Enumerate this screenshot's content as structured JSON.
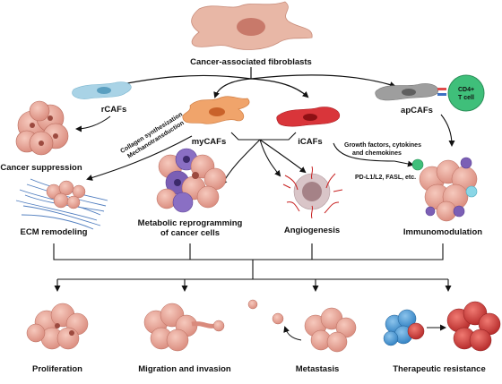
{
  "title": "Cancer-associated fibroblasts",
  "subtypes": {
    "rcafs": "rCAFs",
    "mycafs": "myCAFs",
    "icafs": "iCAFs",
    "apcafs": "apCAFs"
  },
  "tcell_label": {
    "line1": "CD4+",
    "line2": "T cell"
  },
  "mechanisms": {
    "collagen": "Collagen synthesization",
    "mechano": "Mechanotransduction",
    "growth_line1": "Growth factors, cytokines",
    "growth_line2": "and chemokines",
    "pdl": "PD-L1/L2, FASL, etc."
  },
  "functions": {
    "cancer_suppression": "Cancer suppression",
    "ecm": "ECM remodeling",
    "metabolic_line1": "Metabolic reprogramming",
    "metabolic_line2": "of cancer cells",
    "angiogenesis": "Angiogenesis",
    "immunomodulation": "Immunomodulation"
  },
  "outcomes": {
    "proliferation": "Proliferation",
    "migration": "Migration and invasion",
    "metastasis": "Metastasis",
    "resistance": "Therapeutic resistance"
  },
  "colors": {
    "fibroblast_main": "#e8b7a6",
    "rcaf": "#a9d3e6",
    "mycaf": "#f0a46b",
    "icaf": "#d9353a",
    "apcaf": "#9e9e9e",
    "tcell": "#3fbf7a",
    "tumor": "#e9a090",
    "tumor_dark": "#c0584e",
    "resistant": "#d43b3b",
    "resistant_blue": "#3c8fd0",
    "immune_purple": "#7b5fb5",
    "ecm_blue": "#3d6fb8"
  }
}
